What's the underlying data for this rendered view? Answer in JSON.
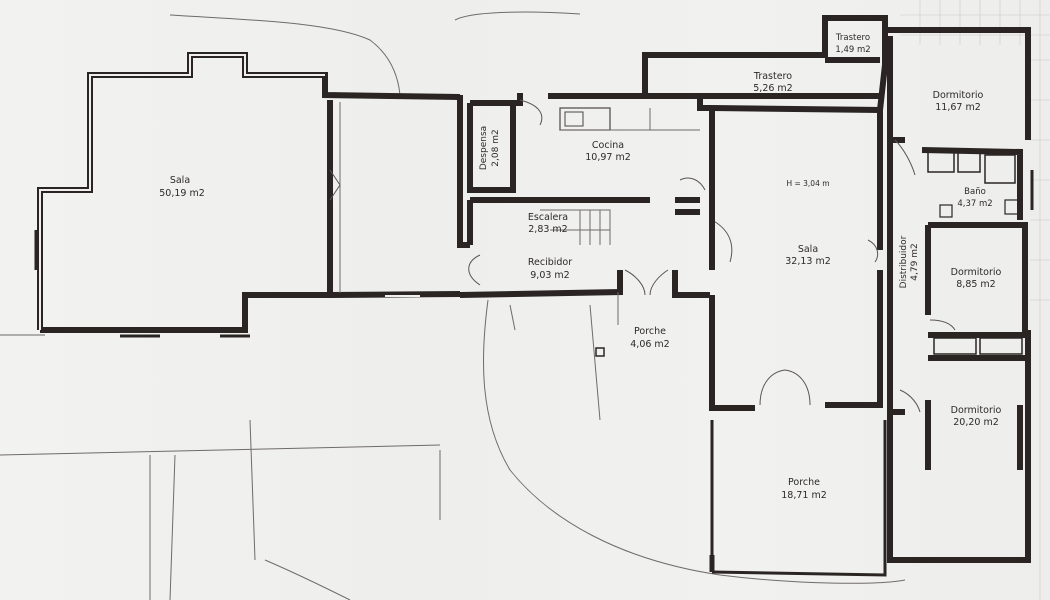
{
  "rooms": [
    {
      "name": "Sala",
      "area": "50,19 m2"
    },
    {
      "name": "Despensa",
      "area": "2,08 m2"
    },
    {
      "name": "Cocina",
      "area": "10,97 m2"
    },
    {
      "name": "Escalera",
      "area": "2,83 m2"
    },
    {
      "name": "Recibidor",
      "area": "9,03 m2"
    },
    {
      "name": "Trastero",
      "area": "1,49 m2"
    },
    {
      "name": "Trastero",
      "area": "5,26 m2"
    },
    {
      "name": "Dormitorio",
      "area": "11,67 m2"
    },
    {
      "name": "Sala",
      "area": "32,13 m2"
    },
    {
      "name": "Baño",
      "area": "4,37 m2"
    },
    {
      "name": "Distribuidor",
      "area": "4,79 m2"
    },
    {
      "name": "Dormitorio",
      "area": "8,85 m2"
    },
    {
      "name": "Porche",
      "area": "4,06 m2"
    },
    {
      "name": "Dormitorio",
      "area": "20,20 m2"
    },
    {
      "name": "Porche",
      "area": "18,71 m2"
    }
  ],
  "height_note": "H = 3,04 m"
}
